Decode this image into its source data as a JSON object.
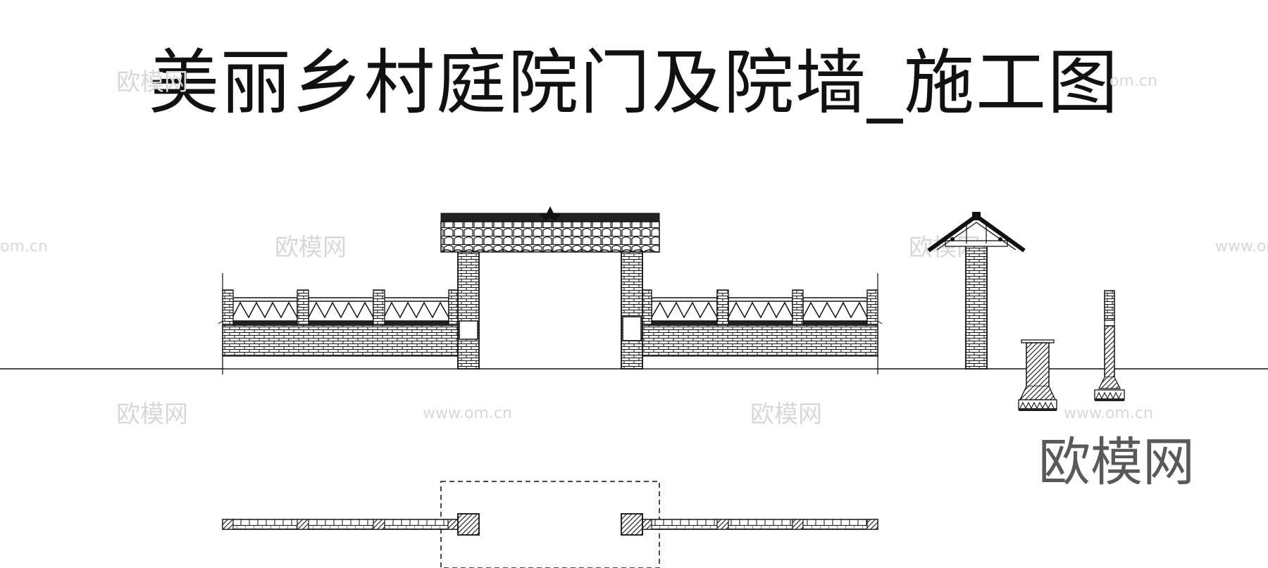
{
  "title": "美丽乡村庭院门及院墙_施工图",
  "watermark": {
    "brand": "欧模网",
    "url": "www.om.cn",
    "url_alt": "om.cn"
  },
  "colors": {
    "line": "#111111",
    "background": "#ffffff",
    "watermark": "#d8d8d8",
    "watermark_big": "#595959"
  }
}
